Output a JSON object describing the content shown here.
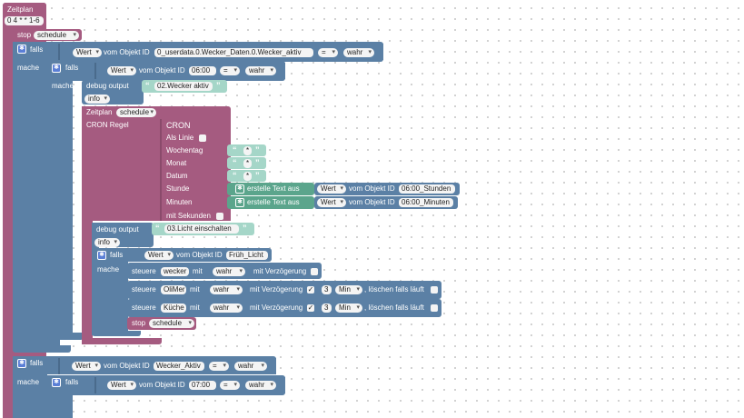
{
  "colors": {
    "schedule": "#a55b80",
    "logic": "#5b80a5",
    "text": "#a5d6c8",
    "textDark": "#5ba58c",
    "valueBlue": "#5b80a5"
  },
  "top": {
    "title": "Zeitplan",
    "cron": "0 4 * * 1-6",
    "stop_label": "stop",
    "schedule_dd": "schedule"
  },
  "if1": {
    "falls": "falls",
    "wert_dd": "Wert",
    "vom_objekt": "vom Objekt ID",
    "obj_id": "0_userdata.0.Wecker_Daten.0.Wecker_aktiv",
    "op": "=",
    "value": "wahr",
    "mache": "mache"
  },
  "if2": {
    "falls": "falls",
    "wert_dd": "Wert",
    "vom_objekt": "vom Objekt ID",
    "obj_id": "06:00",
    "op": "=",
    "value": "wahr",
    "mache": "mache"
  },
  "debug1": {
    "label": "debug output",
    "text": "02.Wecker aktiv",
    "level": "info"
  },
  "sched2": {
    "title": "Zeitplan",
    "schedule_dd": "schedule",
    "cron_regel": "CRON Regel",
    "cron": "CRON",
    "als_linie": "Als Linie",
    "wochentag": "Wochentag",
    "monat": "Monat",
    "datum": "Datum",
    "stunde": "Stunde",
    "minuten": "Minuten",
    "mit_sekunden": "mit Sekunden",
    "star": "*",
    "erstelle": "erstelle Text aus",
    "wert_dd": "Wert",
    "vom_objekt": "vom Objekt ID",
    "stunde_obj": "06:00_Stunden",
    "minuten_obj": "06:00_Minuten"
  },
  "debug2": {
    "label": "debug output",
    "text": "03.Licht einschalten",
    "level": "info"
  },
  "if3": {
    "falls": "falls",
    "wert_dd": "Wert",
    "vom_objekt": "vom Objekt ID",
    "obj_id": "Früh_Licht",
    "mache": "mache"
  },
  "steuere1": {
    "steuere": "steuere",
    "target": "wecker",
    "mit": "mit",
    "value": "wahr",
    "delay": "mit Verzögerung"
  },
  "steuere2": {
    "steuere": "steuere",
    "target": "OliMer",
    "mit": "mit",
    "value": "wahr",
    "delay": "mit Verzögerung",
    "num": "3",
    "unit": "Min",
    "loeschen": ", löschen falls läuft"
  },
  "steuere3": {
    "steuere": "steuere",
    "target": "Küche",
    "mit": "mit",
    "value": "wahr",
    "delay": "mit Verzögerung",
    "num": "3",
    "unit": "Min",
    "loeschen": ", löschen falls läuft"
  },
  "stop2": {
    "stop_label": "stop",
    "schedule_dd": "schedule"
  },
  "if4": {
    "falls": "falls",
    "wert_dd": "Wert",
    "vom_objekt": "vom Objekt ID",
    "obj_id": "Wecker_Aktiv",
    "op": "=",
    "value": "wahr",
    "mache": "mache"
  },
  "if5": {
    "falls": "falls",
    "wert_dd": "Wert",
    "vom_objekt": "vom Objekt ID",
    "obj_id": "07:00",
    "op": "=",
    "value": "wahr"
  }
}
